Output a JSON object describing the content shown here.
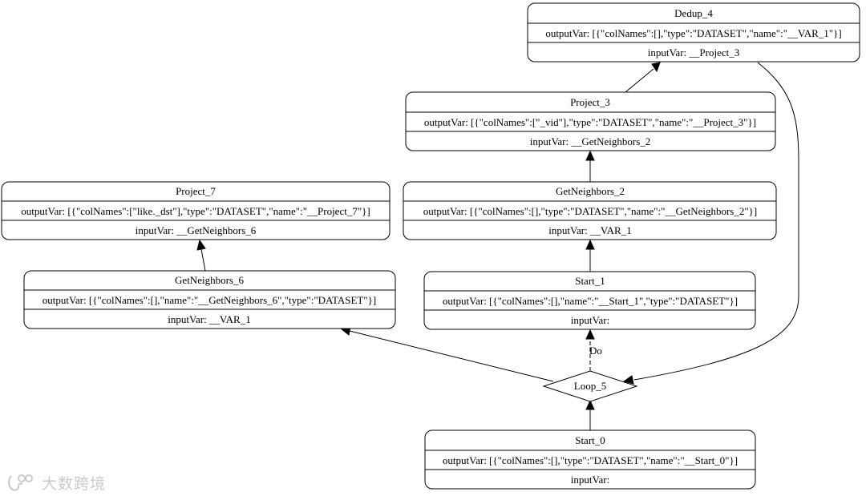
{
  "nodes": {
    "dedup_4": {
      "title": "Dedup_4",
      "output": "outputVar: [{\"colNames\":[],\"type\":\"DATASET\",\"name\":\"__VAR_1\"}]",
      "input": "inputVar: __Project_3"
    },
    "project_3": {
      "title": "Project_3",
      "output": "outputVar: [{\"colNames\":[\"_vid\"],\"type\":\"DATASET\",\"name\":\"__Project_3\"}]",
      "input": "inputVar: __GetNeighbors_2"
    },
    "getneighbors_2": {
      "title": "GetNeighbors_2",
      "output": "outputVar: [{\"colNames\":[],\"type\":\"DATASET\",\"name\":\"__GetNeighbors_2\"}]",
      "input": "inputVar: __VAR_1"
    },
    "start_1": {
      "title": "Start_1",
      "output": "outputVar: [{\"colNames\":[],\"name\":\"__Start_1\",\"type\":\"DATASET\"}]",
      "input": "inputVar:"
    },
    "project_7": {
      "title": "Project_7",
      "output": "outputVar: [{\"colNames\":[\"like._dst\"],\"type\":\"DATASET\",\"name\":\"__Project_7\"}]",
      "input": "inputVar: __GetNeighbors_6"
    },
    "getneighbors_6": {
      "title": "GetNeighbors_6",
      "output": "outputVar: [{\"colNames\":[],\"name\":\"__GetNeighbors_6\",\"type\":\"DATASET\"}]",
      "input": "inputVar: __VAR_1"
    },
    "start_0": {
      "title": "Start_0",
      "output": "outputVar: [{\"colNames\":[],\"type\":\"DATASET\",\"name\":\"__Start_0\"}]",
      "input": "inputVar:"
    }
  },
  "loop": {
    "title": "Loop_5"
  },
  "edge_labels": {
    "do": "Do"
  },
  "watermark": {
    "text": "大数跨境"
  }
}
